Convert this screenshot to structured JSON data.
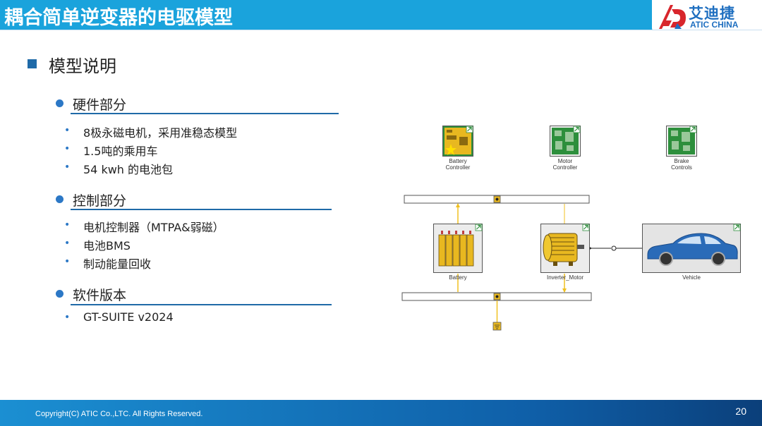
{
  "header": {
    "title": "耦合简单逆变器的电驱模型"
  },
  "logo": {
    "name_cn": "艾迪捷",
    "name_en": "ATIC CHINA"
  },
  "section_heading": "模型说明",
  "sections": [
    {
      "title": "硬件部分",
      "items": [
        "8极永磁电机，采用准稳态模型",
        "1.5吨的乘用车",
        "54 kwh 的电池包"
      ]
    },
    {
      "title": "控制部分",
      "items": [
        "电机控制器（MTPA&弱磁）",
        "电池BMS",
        "制动能量回收"
      ]
    },
    {
      "title": "软件版本",
      "items": [
        "GT-SUITE v2024"
      ]
    }
  ],
  "diagram": {
    "battery_controller_label": "Battery\nController",
    "motor_controller_label": "Motor\nController",
    "brake_controls_label": "Brake\nControls",
    "battery_label": "Battery",
    "inverter_motor_label": "Inverter_Motor",
    "vehicle_label": "Vehicle"
  },
  "footer": {
    "copyright": "Copyright(C) ATIC Co.,LTC. All Rights Reserved.",
    "page_number": "20"
  },
  "colors": {
    "header": "#1aa3dc",
    "accent": "#1f6aa8",
    "component_yellow": "#e8b820",
    "component_green": "#2d8f3c"
  }
}
